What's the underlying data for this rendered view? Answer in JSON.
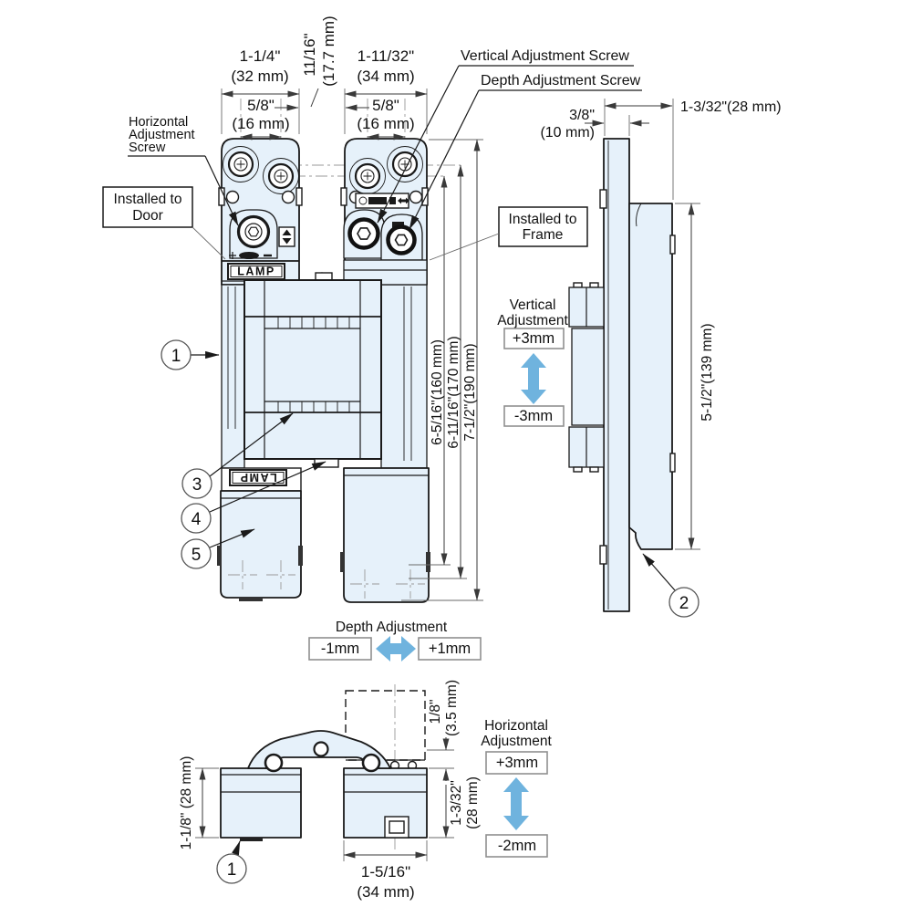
{
  "colors": {
    "part_fill": "#e6f1fa",
    "outline": "#1a1a1a",
    "dim_line": "#3a3a3a",
    "centerline": "#999999",
    "adjust_arrow_blue": "#6fb3de",
    "value_box_border": "#8f8f8f"
  },
  "front": {
    "dim_door_w_in": "1-1/4\"",
    "dim_door_w_mm": "(32 mm)",
    "dim_gap_in": "11/16\"",
    "dim_gap_mm": "(17.7 mm)",
    "dim_frame_w_in": "1-11/32\"",
    "dim_frame_w_mm": "(34 mm)",
    "dim_door_screw_in": "5/8\"",
    "dim_door_screw_mm": "(16 mm)",
    "dim_frame_screw_in": "5/8\"",
    "dim_frame_screw_mm": "(16 mm)",
    "dim_h160": "6-5/16\"(160 mm)",
    "dim_h170": "6-11/16\"(170 mm)",
    "dim_h190": "7-1/2\"(190 mm)",
    "lbl_vertical_screw": "Vertical Adjustment Screw",
    "lbl_depth_screw": "Depth Adjustment Screw",
    "lbl_horiz_1": "Horizontal",
    "lbl_horiz_2": "Adjustment",
    "lbl_horiz_3": "Screw",
    "installed_door_1": "Installed to",
    "installed_door_2": "Door",
    "installed_frame_1": "Installed to",
    "installed_frame_2": "Frame",
    "brand": "LAMP"
  },
  "side": {
    "dim_lip_in": "3/8\"",
    "dim_lip_mm": "(10 mm)",
    "dim_depth": "1-3/32\"(28 mm)",
    "dim_height": "5-1/2\"(139 mm)"
  },
  "bottom": {
    "dim_door_th": "1-1/8\" (28 mm)",
    "dim_offset_in": "1/8\"",
    "dim_offset_mm": "(3.5 mm)",
    "dim_frame_d_in": "1-3/32\"",
    "dim_frame_d_mm": "(28 mm)",
    "dim_frame_w_in": "1-5/16\"",
    "dim_frame_w_mm": "(34 mm)"
  },
  "adj": {
    "vert_1": "Vertical",
    "vert_2": "Adjustment",
    "vert_plus": "+3mm",
    "vert_minus": "-3mm",
    "depth_title": "Depth Adjustment",
    "depth_minus": "-1mm",
    "depth_plus": "+1mm",
    "horiz_1": "Horizontal",
    "horiz_2": "Adjustment",
    "horiz_plus": "+3mm",
    "horiz_minus": "-2mm"
  },
  "callouts": {
    "c1": "1",
    "c2": "2",
    "c3": "3",
    "c4": "4",
    "c5": "5",
    "c1_bottom": "1"
  }
}
